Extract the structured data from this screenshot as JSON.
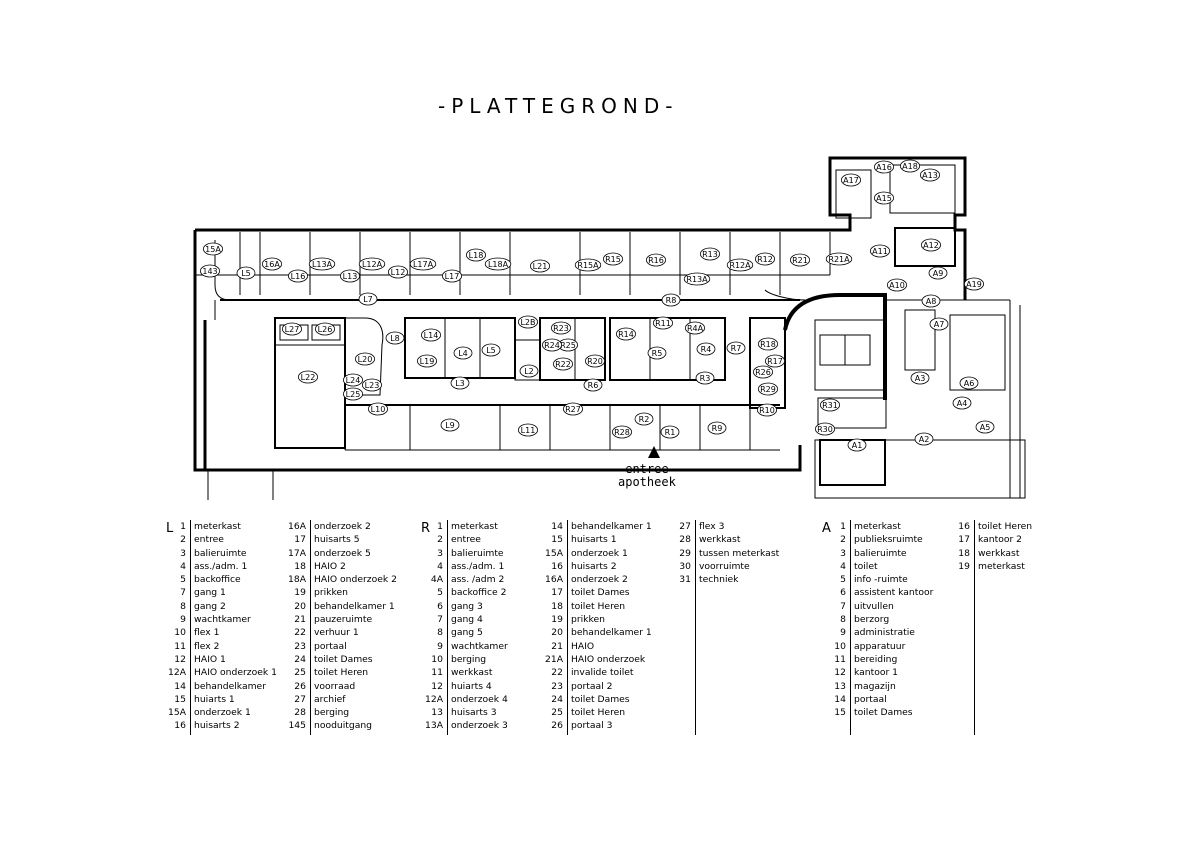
{
  "title": "-PLATTEGROND-",
  "entrance": {
    "line1": "entree",
    "line2": "apotheek"
  },
  "plan_labels": {
    "L": [
      "15A",
      "143",
      "L5",
      "16A",
      "L16",
      "L13A",
      "L13",
      "L12A",
      "L12",
      "L17A",
      "L17",
      "L18",
      "L18A",
      "L7",
      "L21",
      "L27",
      "L26",
      "L8",
      "L14",
      "L4",
      "L5",
      "L2B",
      "L19",
      "L3",
      "L20",
      "L22",
      "L24",
      "L23",
      "L25",
      "L10",
      "L9",
      "L11",
      "L2"
    ],
    "R": [
      "R15A",
      "R15",
      "R16",
      "R13",
      "R13A",
      "R12A",
      "R12",
      "R21",
      "R21A",
      "R8",
      "R23",
      "R25",
      "R24",
      "R22",
      "R20",
      "R14",
      "R11",
      "R4A",
      "R5",
      "R4",
      "R7",
      "R18",
      "R17",
      "R26",
      "R29",
      "R3",
      "R6",
      "R27",
      "R2",
      "R28",
      "R1",
      "R9",
      "R10",
      "R31",
      "R30"
    ],
    "A": [
      "A17",
      "A16",
      "A18",
      "A13",
      "A15",
      "A11",
      "A12",
      "A9",
      "A10",
      "A19",
      "A8",
      "A7",
      "A3",
      "A6",
      "A2",
      "A4",
      "A5",
      "A1"
    ]
  },
  "legend": {
    "L": {
      "letter": "L",
      "col1": [
        {
          "num": "1",
          "label": "meterkast"
        },
        {
          "num": "2",
          "label": "entree"
        },
        {
          "num": "3",
          "label": "balieruimte"
        },
        {
          "num": "4",
          "label": "ass./adm. 1"
        },
        {
          "num": "5",
          "label": "backoffice"
        },
        {
          "num": "7",
          "label": "gang 1"
        },
        {
          "num": "8",
          "label": "gang 2"
        },
        {
          "num": "9",
          "label": "wachtkamer"
        },
        {
          "num": "10",
          "label": "flex 1"
        },
        {
          "num": "11",
          "label": "flex 2"
        },
        {
          "num": "12",
          "label": "HAIO 1"
        },
        {
          "num": "12A",
          "label": "HAIO onderzoek 1"
        },
        {
          "num": "14",
          "label": "behandelkamer"
        },
        {
          "num": "15",
          "label": "huiarts 1"
        },
        {
          "num": "15A",
          "label": "onderzoek 1"
        },
        {
          "num": "16",
          "label": "huisarts 2"
        }
      ],
      "col2": [
        {
          "num": "16A",
          "label": "onderzoek 2"
        },
        {
          "num": "17",
          "label": "huisarts 5"
        },
        {
          "num": "17A",
          "label": "onderzoek 5"
        },
        {
          "num": "18",
          "label": "HAIO 2"
        },
        {
          "num": "18A",
          "label": "HAIO onderzoek 2"
        },
        {
          "num": "19",
          "label": "prikken"
        },
        {
          "num": "20",
          "label": "behandelkamer 1"
        },
        {
          "num": "21",
          "label": "pauzeruimte"
        },
        {
          "num": "22",
          "label": "verhuur 1"
        },
        {
          "num": "23",
          "label": "portaal"
        },
        {
          "num": "24",
          "label": "toilet Dames"
        },
        {
          "num": "25",
          "label": "toilet Heren"
        },
        {
          "num": "26",
          "label": "voorraad"
        },
        {
          "num": "27",
          "label": "archief"
        },
        {
          "num": "28",
          "label": "berging"
        },
        {
          "num": "145",
          "label": "nooduitgang"
        }
      ]
    },
    "R": {
      "letter": "R",
      "col1": [
        {
          "num": "1",
          "label": "meterkast"
        },
        {
          "num": "2",
          "label": "entree"
        },
        {
          "num": "3",
          "label": "balieruimte"
        },
        {
          "num": "4",
          "label": "ass./adm. 1"
        },
        {
          "num": "4A",
          "label": "ass. /adm 2"
        },
        {
          "num": "5",
          "label": "backoffice 2"
        },
        {
          "num": "6",
          "label": "gang 3"
        },
        {
          "num": "7",
          "label": "gang 4"
        },
        {
          "num": "8",
          "label": "gang 5"
        },
        {
          "num": "9",
          "label": "wachtkamer"
        },
        {
          "num": "10",
          "label": "berging"
        },
        {
          "num": "11",
          "label": "werkkast"
        },
        {
          "num": "12",
          "label": "huiarts 4"
        },
        {
          "num": "12A",
          "label": "onderzoek 4"
        },
        {
          "num": "13",
          "label": "huisarts 3"
        },
        {
          "num": "13A",
          "label": "onderzoek 3"
        }
      ],
      "col2": [
        {
          "num": "14",
          "label": "behandelkamer 1"
        },
        {
          "num": "15",
          "label": "huisarts 1"
        },
        {
          "num": "15A",
          "label": "onderzoek 1"
        },
        {
          "num": "16",
          "label": "huisarts 2"
        },
        {
          "num": "16A",
          "label": "onderzoek 2"
        },
        {
          "num": "17",
          "label": "toilet Dames"
        },
        {
          "num": "18",
          "label": "toilet Heren"
        },
        {
          "num": "19",
          "label": "prikken"
        },
        {
          "num": "20",
          "label": "behandelkamer 1"
        },
        {
          "num": "21",
          "label": "HAIO"
        },
        {
          "num": "21A",
          "label": "HAIO onderzoek"
        },
        {
          "num": "22",
          "label": "invalide toilet"
        },
        {
          "num": "23",
          "label": "portaal 2"
        },
        {
          "num": "24",
          "label": "toilet Dames"
        },
        {
          "num": "25",
          "label": "toilet Heren"
        },
        {
          "num": "26",
          "label": "portaal 3"
        }
      ],
      "col3": [
        {
          "num": "27",
          "label": "flex 3"
        },
        {
          "num": "28",
          "label": "werkkast"
        },
        {
          "num": "29",
          "label": "tussen meterkast"
        },
        {
          "num": "30",
          "label": "voorruimte"
        },
        {
          "num": "31",
          "label": "techniek"
        }
      ]
    },
    "A": {
      "letter": "A",
      "col1": [
        {
          "num": "1",
          "label": "meterkast"
        },
        {
          "num": "2",
          "label": "publieksruimte"
        },
        {
          "num": "3",
          "label": "balieruimte"
        },
        {
          "num": "4",
          "label": "toilet"
        },
        {
          "num": "5",
          "label": "info -ruimte"
        },
        {
          "num": "6",
          "label": "assistent kantoor"
        },
        {
          "num": "7",
          "label": "uitvullen"
        },
        {
          "num": "8",
          "label": "berzorg"
        },
        {
          "num": "9",
          "label": "administratie"
        },
        {
          "num": "10",
          "label": "apparatuur"
        },
        {
          "num": "11",
          "label": "bereiding"
        },
        {
          "num": "12",
          "label": "kantoor 1"
        },
        {
          "num": "13",
          "label": "magazijn"
        },
        {
          "num": "14",
          "label": "portaal"
        },
        {
          "num": "15",
          "label": "toilet Dames"
        }
      ],
      "col2": [
        {
          "num": "16",
          "label": "toilet Heren"
        },
        {
          "num": "17",
          "label": "kantoor 2"
        },
        {
          "num": "18",
          "label": "werkkast"
        },
        {
          "num": "19",
          "label": "meterkast"
        }
      ]
    }
  }
}
